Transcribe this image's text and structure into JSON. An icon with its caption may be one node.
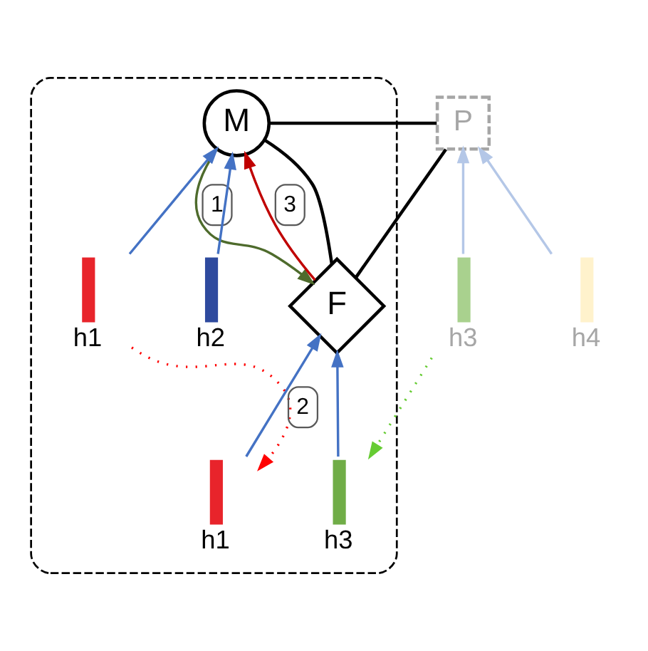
{
  "diagram": {
    "nodes": [
      {
        "text": [],
        "shape": "ellipse"
      },
      {
        "text": [
          "M"
        ],
        "in": 0
      },
      {
        "text": [
          "P"
        ]
      },
      {
        "text": [
          "h1"
        ],
        "in": 0
      },
      {
        "text": [
          "h2"
        ],
        "in": 0
      },
      {
        "text": [
          "h3"
        ]
      },
      {
        "text": [
          "h4"
        ]
      },
      {
        "text": [
          "F"
        ],
        "in": 0
      },
      {
        "text": [
          "h1"
        ],
        "in": 0
      },
      {
        "text": [
          "h3"
        ],
        "in": 0
      }
    ],
    "edges": [
      {
        "from": 1,
        "to": 2,
        "arrow": "none",
        "color": "#000000"
      },
      {
        "from": 7,
        "to": 1,
        "arrow": "none",
        "color": "#000000"
      },
      {
        "from": 7,
        "to": 2,
        "arrow": "none",
        "color": "#000000"
      },
      {
        "from": 3,
        "to": 1,
        "arrow": "to",
        "color": "#4472c4"
      },
      {
        "from": 4,
        "to": 1,
        "arrow": "to",
        "color": "#4472c4"
      },
      {
        "from": 5,
        "to": 2,
        "arrow": "to",
        "color": "#b4c7e7"
      },
      {
        "from": 6,
        "to": 2,
        "arrow": "to",
        "color": "#b4c7e7"
      },
      {
        "from": 1,
        "to": 7,
        "arrow": "to",
        "label": "1",
        "color": "#4e6b2c"
      },
      {
        "from": 7,
        "to": 1,
        "arrow": "to",
        "label": "3",
        "color": "#c00000"
      },
      {
        "from": 8,
        "to": 7,
        "arrow": "to",
        "label": "2",
        "color": "#4472c4"
      },
      {
        "from": 9,
        "to": 7,
        "arrow": "to",
        "color": "#4472c4"
      },
      {
        "from": 3,
        "to": 8,
        "arrow": "to",
        "style": "dashed",
        "color": "#ff0000"
      },
      {
        "from": 5,
        "to": 9,
        "arrow": "to",
        "style": "dashed",
        "color": "#66cc33"
      }
    ]
  }
}
